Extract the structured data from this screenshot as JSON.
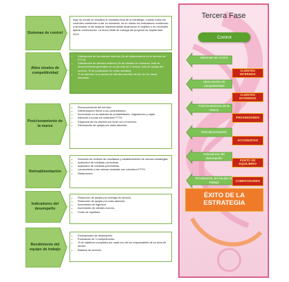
{
  "steps": [
    {
      "label": "Sistemas de control",
      "style": "light",
      "paragraph": "Aquí se donde se visualiza el resultado final de la estrategia, cuando todos los controles comienzan a dar su resultado, se en donde los indicadores comienzan a demostrar si las mejoras implementadas alcanzaron el objetivo o es necesario aplicar correcciones. La fecha límite de entrega del proyecto es Septiembre 2012."
    },
    {
      "label": "Altos niveles de competitividad",
      "style": "dark",
      "bullets": [
        "Satisfacción de los clientes internos (% de colaboradores en el servicio de FTTH).",
        "Satisfacción de clientes externos (% de clientes en cobranza, total de desconexiones generales en un período de 3 meses, total de quejas del servicio, % de publicación en redes sociales).",
        "% de atención a la cartera de clientes inscritos dentro de los zonas atacadas."
      ]
    },
    {
      "label": "Posicionamiento de la marca",
      "style": "light",
      "bullets": [
        "Reconocimiento del servicio.",
        "Diferenciación frente a los competidores.",
        "Incremento en la cantidad de portabilidades, migraciones y cajas.",
        "Atención a zonas sin cobertura FTTH.",
        "Exigencia de los clientes por tener con el servicio.",
        "Disminución de quejas por mala atención."
      ]
    },
    {
      "label": "Retroalimentación",
      "style": "light",
      "bullets": [
        "Sesiones de revisión de resultados y establecimiento de nuevas estrategias.",
        "Aplicación de medidas correctivas.",
        "Aplicación de medidas preventivas.",
        "Lanzamiento a las nuevas ciudades con cobertura FTTH.",
        "Refacciones"
      ]
    },
    {
      "label": "Indicadores del desempeño",
      "style": "light",
      "bullets": [
        "Reducción de quejas por entrega de servicio.",
        "Reducción de quejas por mala atención.",
        "Incremento de ingresos.",
        "Incremento de clientes nuevos.",
        "Punto de equilibrio."
      ]
    },
    {
      "label": "Rendimiento del equipo de trabajo",
      "style": "light",
      "bullets": [
        "Evaluaciones de desempeño.",
        "Evaluación de 3 competencias.",
        "% de objetivos cumplidos por cada uno de los responsables de su área de acción.",
        "Balance de servicio."
      ]
    }
  ],
  "panel": {
    "title": "Tercera Fase",
    "control_label": "Control",
    "arrows": [
      "Sistemas de control",
      "Altos niveles de competitividad",
      "Posicionamiento de la marca",
      "Retroalimentación",
      "Indicadores del desempeño",
      "Rendimiento del equipo de trabajo"
    ],
    "tags": [
      "CLIENTES INTERNOS",
      "CLIENTES EXTERNOS",
      "PROVEEDORES",
      "ACCIONISTAS",
      "PUNTO DE EQUILIBRIO",
      "COMPETIDORES"
    ],
    "final_label": "ÉXITO DE LA ESTRATEGIA"
  },
  "colors": {
    "green_dark": "#4f9a2a",
    "green_light": "#b7dc8e",
    "panel_border": "#d95f8a",
    "panel_bg": "#f8dfe9",
    "tag_red": "#c8231b",
    "tag_text": "#ffe27a",
    "success_orange": "#ef7b2a"
  }
}
